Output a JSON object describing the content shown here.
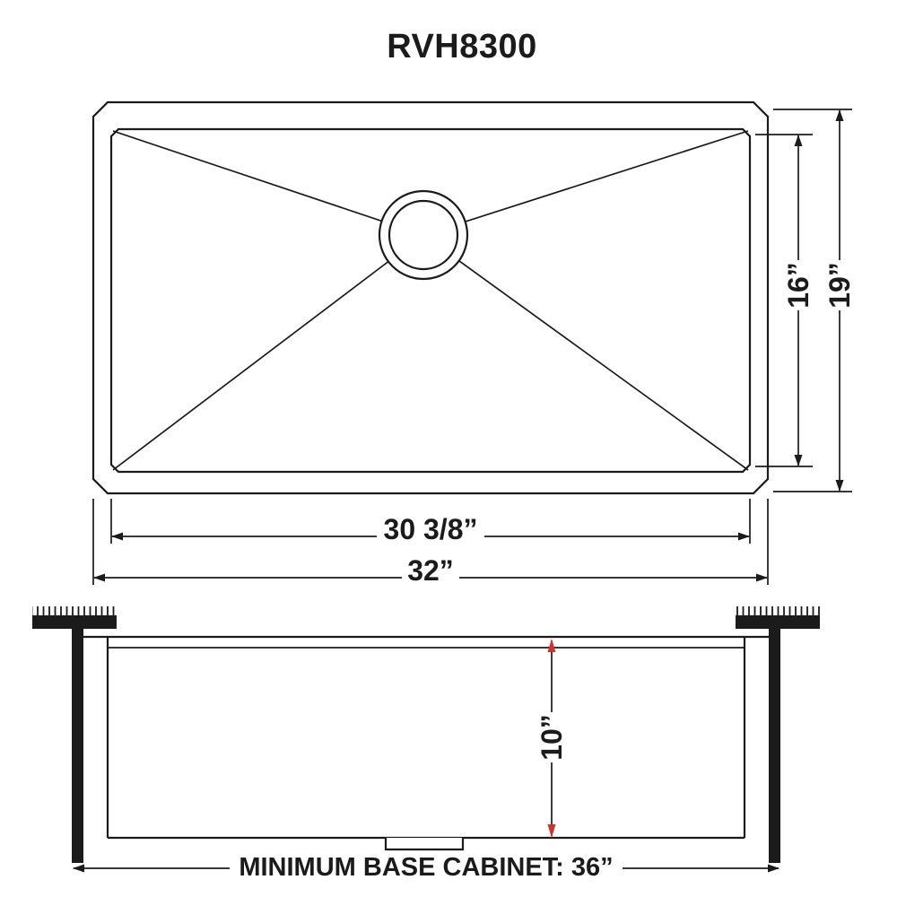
{
  "title": "RVH8300",
  "colors": {
    "line": "#1b1b1b",
    "dim_red": "#d32f2f",
    "background": "#ffffff"
  },
  "top_view": {
    "inner_width_label": "30 3/8”",
    "outer_width_label": "32”",
    "inner_height_label": "16”",
    "outer_height_label": "19”"
  },
  "side_view": {
    "depth_label": "10”",
    "cabinet_label": "MINIMUM BASE CABINET: 36”"
  }
}
